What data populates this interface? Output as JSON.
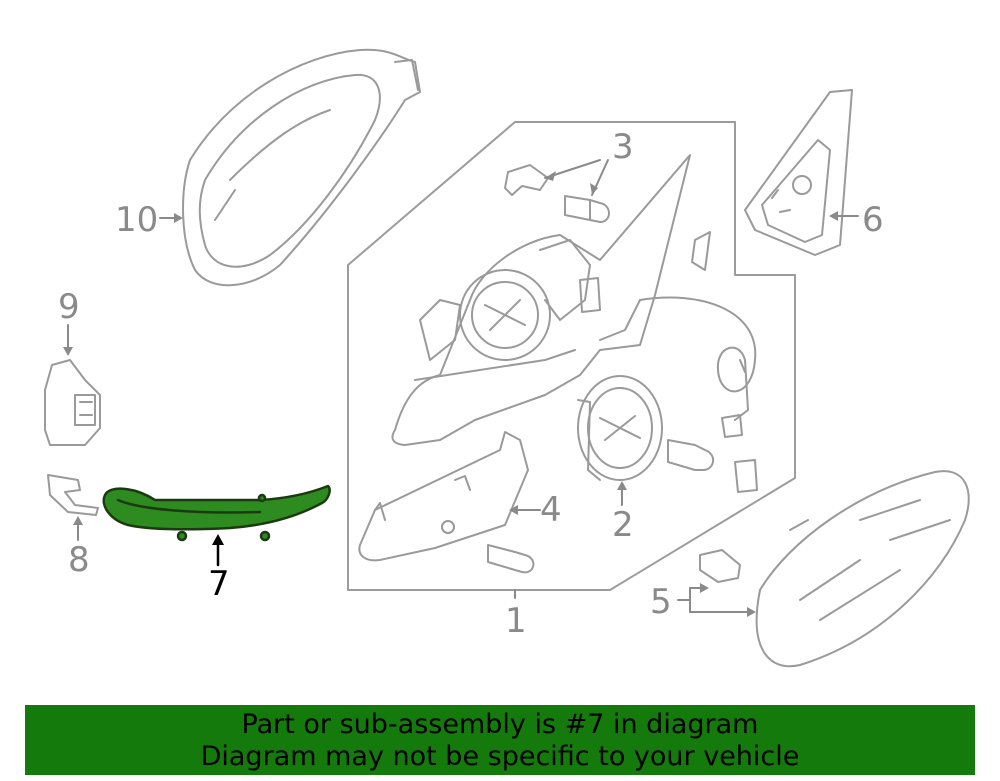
{
  "callouts": {
    "c1": "1",
    "c2": "2",
    "c3": "3",
    "c4": "4",
    "c5": "5",
    "c6": "6",
    "c7": "7",
    "c8": "8",
    "c9": "9",
    "c10": "10"
  },
  "highlight": {
    "part": "7",
    "color": "#2e8b1f"
  },
  "banner": {
    "line1": "Part or sub-assembly is #7 in diagram",
    "line2": "Diagram may not be specific to your vehicle",
    "background": "#137a0b"
  }
}
